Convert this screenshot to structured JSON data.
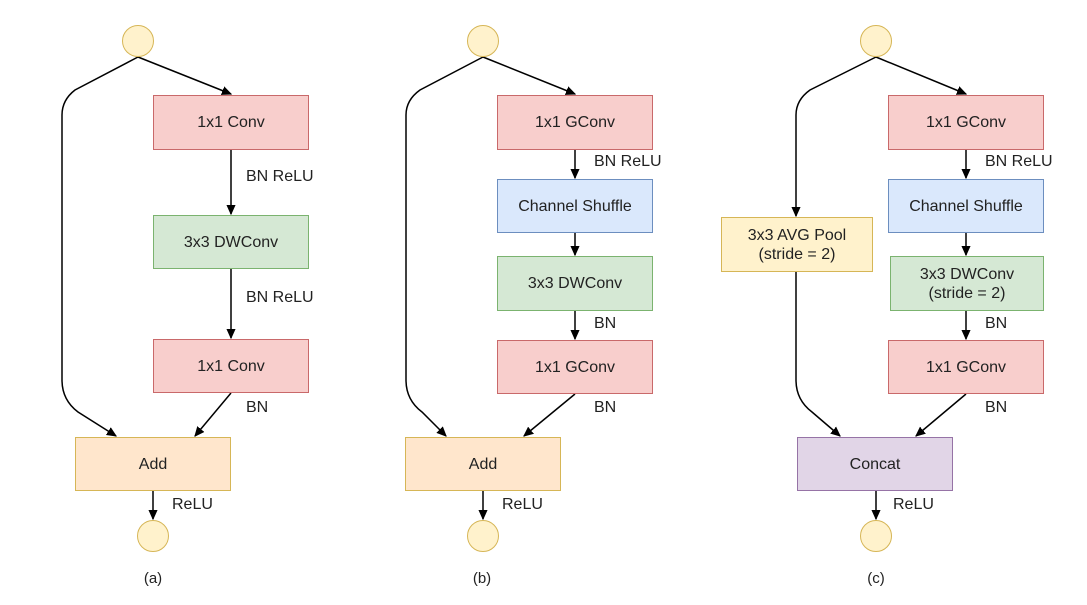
{
  "panel_a": {
    "box_conv1": "1x1 Conv",
    "box_dwconv": "3x3 DWConv",
    "box_conv2": "1x1 Conv",
    "box_add": "Add",
    "label_bn_relu_1": "BN ReLU",
    "label_bn_relu_2": "BN ReLU",
    "label_bn": "BN",
    "label_relu": "ReLU",
    "caption": "(a)"
  },
  "panel_b": {
    "box_gconv1": "1x1 GConv",
    "box_shuffle": "Channel Shuffle",
    "box_dwconv": "3x3 DWConv",
    "box_gconv2": "1x1 GConv",
    "box_add": "Add",
    "label_bn_relu": "BN ReLU",
    "label_bn_1": "BN",
    "label_bn_2": "BN",
    "label_relu": "ReLU",
    "caption": "(b)"
  },
  "panel_c": {
    "box_gconv1": "1x1 GConv",
    "box_shuffle": "Channel Shuffle",
    "box_dwconv": "3x3 DWConv\n(stride = 2)",
    "box_gconv2": "1x1 GConv",
    "box_pool": "3x3 AVG Pool\n(stride = 2)",
    "box_concat": "Concat",
    "label_bn_relu": "BN ReLU",
    "label_bn_1": "BN",
    "label_bn_2": "BN",
    "label_relu": "ReLU",
    "caption": "(c)"
  },
  "colors": {
    "conv": "#f8cecc",
    "dwconv": "#d5e8d4",
    "shuffle": "#dae8fc",
    "add": "#ffe6cc",
    "pool": "#fff2cc",
    "concat": "#e1d5e7",
    "node": "#fff2cc",
    "line": "#000000"
  }
}
